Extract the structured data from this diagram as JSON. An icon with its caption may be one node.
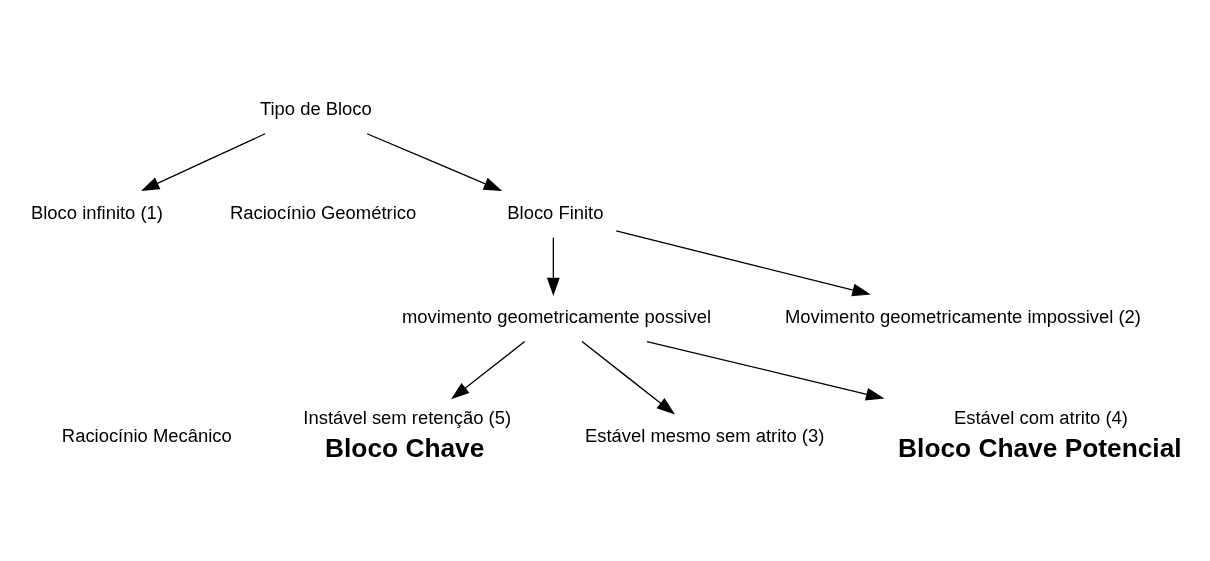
{
  "diagram": {
    "nodes": [
      {
        "text": [
          "Tipo de Bloco"
        ]
      },
      {
        "text": [
          "Bloco infinito (1)"
        ]
      },
      {
        "text": [
          "Bloco Finito"
        ]
      },
      {
        "text": [
          "Movimento geometricamente impossivel (2)"
        ]
      },
      {
        "text": [
          "movimento geometricamente possivel"
        ]
      },
      {
        "text": [
          "Estável mesmo sem atrito (3)"
        ]
      },
      {
        "text": [
          "Estável com atrito (4)"
        ],
        "beside": [
          "Bloco Chave Potencial"
        ]
      },
      {
        "text": [
          "Instável sem retenção (5)"
        ],
        "beside": [
          "Bloco Chave"
        ]
      }
    ],
    "edges": [
      {
        "from": 0,
        "to": 1,
        "arrow": "to"
      },
      {
        "from": 0,
        "to": 2,
        "arrow": "to"
      },
      {
        "from": 2,
        "to": 3,
        "arrow": "to"
      },
      {
        "from": 2,
        "to": 4,
        "arrow": "to"
      },
      {
        "from": 4,
        "to": 5,
        "arrow": "to"
      },
      {
        "from": 4,
        "to": 6,
        "arrow": "to"
      },
      {
        "from": 4,
        "to": 7,
        "arrow": "to"
      }
    ],
    "labels": [
      "Raciocínio Geométrico",
      "Raciocínio Mecânico"
    ]
  }
}
